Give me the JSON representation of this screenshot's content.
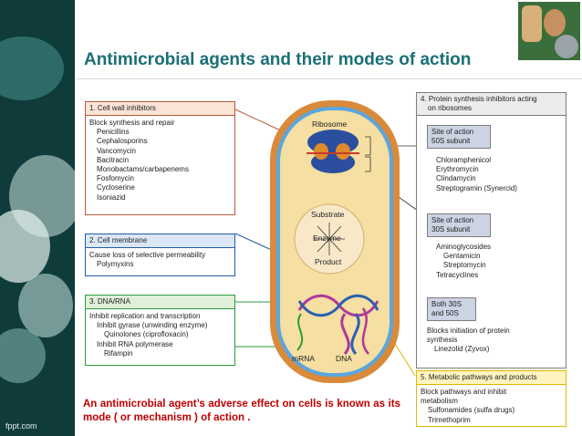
{
  "slide": {
    "title": "Antimicrobial agents and their modes of action",
    "footer_brand": "fppt.com",
    "note": "An antimicrobial agent’s adverse effect on cells is known as its mode ( or mechanism ) of action ."
  },
  "cell": {
    "ribosome_label": "Ribosome",
    "substrate_label": "Substrate",
    "enzyme_label": "Enzyme",
    "product_label": "Product",
    "mrna_label": "mRNA",
    "dna_label": "DNA"
  },
  "panels": {
    "cell_wall": {
      "header": "1. Cell wall inhibitors",
      "lines": [
        "Block synthesis and repair"
      ],
      "drugs": [
        "Penicillins",
        "Cephalosporins",
        "Vancomycin",
        "Bacitracin",
        "Monobactams/carbapenems",
        "Fosfomycin",
        "Cycloserine",
        "Isoniazid"
      ]
    },
    "membrane": {
      "header": "2. Cell membrane",
      "lines": [
        "Cause loss of selective permeability"
      ],
      "drugs": [
        "Polymyxins"
      ]
    },
    "dna_rna": {
      "header": "3. DNA/RNA",
      "line1": "Inhibit replication and transcription",
      "line2": "Inhibit gyrase (unwinding enzyme)",
      "line3": "Quinolones (ciprofloxacin)",
      "line4": "Inhibit RNA polymerase",
      "line5": "Rifampin"
    },
    "protein": {
      "header_line1": "4. Protein synthesis inhibitors acting",
      "header_line2": "on ribosomes",
      "site50_line1": "Site of action",
      "site50_line2": "50S subunit",
      "drugs50": [
        "Chloramphenicol",
        "Erythromycin",
        "Clindamycin",
        "Streptogramin (Synercid)"
      ],
      "site30_line1": "Site of action",
      "site30_line2": "30S subunit",
      "drugs30_head": "Aminoglycosides",
      "drugs30_sub": [
        "Gentamicin",
        "Streptomycin"
      ],
      "drugs30_tail": "Tetracyclines",
      "both_line1": "Both 30S",
      "both_line2": "and 50S",
      "both_text1": "Blocks initiation of protein",
      "both_text2": "synthesis",
      "both_drug": "Linezolid (Zyvox)"
    },
    "metabolic": {
      "header": "5. Metabolic pathways and products",
      "line1": "Block pathways and inhibit",
      "line2": "metabolism",
      "drugs": [
        "Sulfonamides (sulfa drugs)",
        "Trimethoprim"
      ]
    }
  },
  "colors": {
    "title": "#1b6f77",
    "note": "#c00000",
    "panel1_border": "#b85c3a",
    "panel2_border": "#1f5fa8",
    "panel3_border": "#2e9a3e",
    "panel5_border": "#e0b800",
    "sub_box_fill": "#ccd3e3"
  }
}
